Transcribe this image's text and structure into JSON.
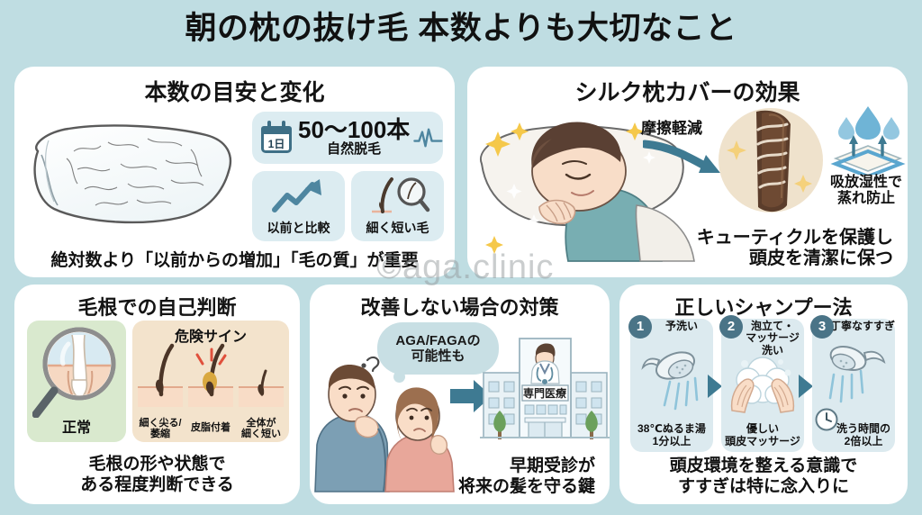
{
  "page": {
    "title": "朝の枕の抜け毛 本数よりも大切なこと",
    "watermark": "©aga.clinic",
    "background_color": "#bfdde2",
    "card_color": "#ffffff",
    "accent_color": "#3e7a92"
  },
  "card_count": {
    "title": "本数の目安と変化",
    "calendar_badge": "1日",
    "count_main": "50〜100本",
    "count_sub": "自然脱毛",
    "compare_label": "以前と比較",
    "thin_label": "細く短い毛",
    "footer": "絶対数より「以前からの増加」「毛の質」が重要"
  },
  "card_silk": {
    "title": "シルク枕カバーの効果",
    "friction_label": "摩擦軽減",
    "humidity_label": "吸放湿性で\n蒸れ防止",
    "humidity_line1": "吸放湿性で",
    "humidity_line2": "蒸れ防止",
    "footer_line1": "キューティクルを保護し",
    "footer_line2": "頭皮を清潔に保つ"
  },
  "card_root": {
    "title": "毛根での自己判断",
    "normal_label": "正常",
    "danger_title": "危険サイン",
    "danger_items": [
      {
        "line1": "細く尖る/",
        "line2": "萎縮"
      },
      {
        "line1": "皮脂付着",
        "line2": ""
      },
      {
        "line1": "全体が",
        "line2": "細く短い"
      }
    ],
    "footer_line1": "毛根の形や状態で",
    "footer_line2": "ある程度判断できる"
  },
  "card_clinic": {
    "title": "改善しない場合の対策",
    "bubble_line1": "AGA/FAGAの",
    "bubble_line2": "可能性も",
    "hospital_sign": "専門医療",
    "footer_line1": "早期受診が",
    "footer_line2": "将来の髪を守る鍵"
  },
  "card_shampoo": {
    "title": "正しいシャンプー法",
    "steps": [
      {
        "number": "1",
        "head_line1": "予洗い",
        "head_line2": "",
        "cap_line1": "38℃ぬるま湯",
        "cap_line2": "1分以上"
      },
      {
        "number": "2",
        "head_line1": "泡立て・",
        "head_line2": "マッサージ洗い",
        "cap_line1": "優しい",
        "cap_line2": "頭皮マッサージ"
      },
      {
        "number": "3",
        "head_line1": "丁寧なすすぎ",
        "head_line2": "",
        "cap_line1": "洗う時間の",
        "cap_line2": "2倍以上"
      }
    ],
    "footer_line1": "頭皮環境を整える意識で",
    "footer_line2": "すすぎは特に念入りに"
  }
}
